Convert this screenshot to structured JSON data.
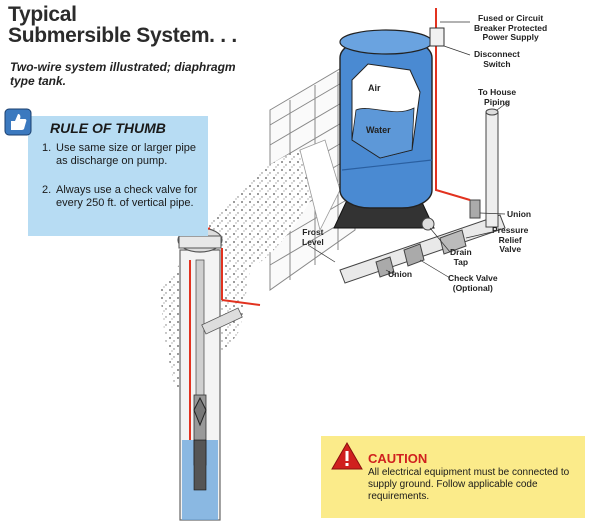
{
  "title": {
    "line1": "Typical",
    "line2": "Submersible System. . ."
  },
  "subtitle": "Two-wire system illustrated; diaphragm type tank.",
  "rule_of_thumb": {
    "heading": "RULE OF THUMB",
    "items": [
      {
        "num": "1.",
        "text": "Use same size or larger pipe as discharge on pump."
      },
      {
        "num": "2.",
        "text": "Always use a check valve for every 250 ft. of vertical pipe."
      }
    ]
  },
  "callouts": {
    "power_supply": [
      "Fused or Circuit",
      "Breaker Protected",
      "Power Supply"
    ],
    "disconnect_switch": [
      "Disconnect",
      "Switch"
    ],
    "to_house_piping": [
      "To House",
      "Piping"
    ],
    "union_right": "Union",
    "pressure_relief_valve": [
      "Pressure",
      "Relief",
      "Valve"
    ],
    "drain_tap": [
      "Drain",
      "Tap"
    ],
    "union_bottom": "Union",
    "check_valve": [
      "Check Valve",
      "(Optional)"
    ],
    "frost_level": [
      "Frost",
      "Level"
    ],
    "tank_air": "Air",
    "tank_water": "Water"
  },
  "caution": {
    "heading": "CAUTION",
    "text": "All electrical equipment must be connected to supply ground. Follow applicable code requirements."
  },
  "colors": {
    "tank_blue": "#4a8ad2",
    "pipe_red": "#e2321f",
    "rule_box": "#b7dcf3",
    "caution_box": "#fbeb8a",
    "caution_red": "#d0201e"
  }
}
